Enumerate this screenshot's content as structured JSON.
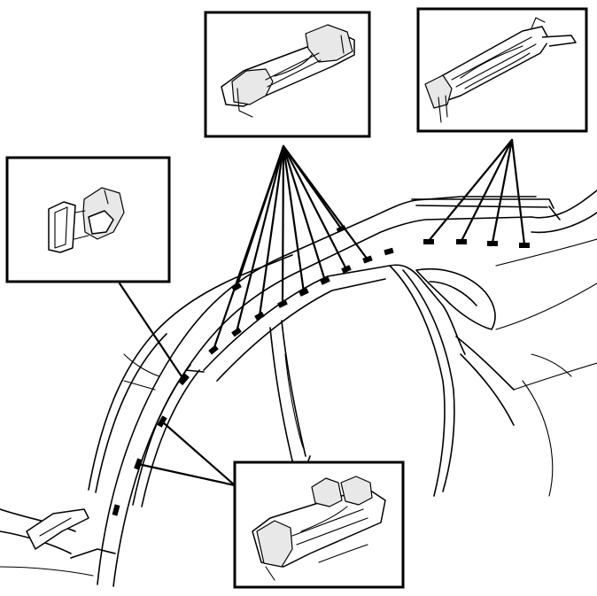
{
  "figure": {
    "type": "technical-illustration",
    "subject": "roof-rail-trim-clip-locations",
    "line_color": "#000000",
    "background_color": "#ffffff"
  },
  "callouts": [
    {
      "name": "clip-detail-upper-left",
      "icon": "trim-clip-icon"
    },
    {
      "name": "clip-detail-upper-right",
      "icon": "trim-clip-with-wire-icon"
    },
    {
      "name": "clip-detail-left",
      "icon": "retainer-clip-icon"
    },
    {
      "name": "clip-detail-bottom",
      "icon": "trim-clip-icon"
    }
  ]
}
